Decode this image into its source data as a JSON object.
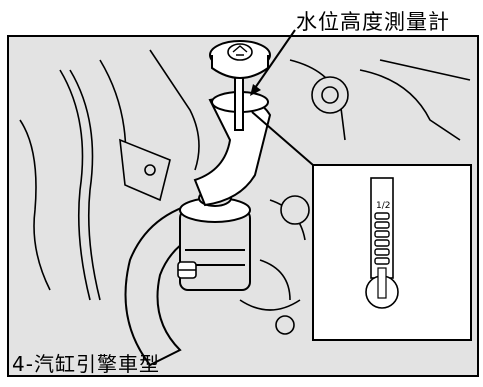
{
  "diagram": {
    "callout_label": "水位高度測量計",
    "caption": "4-汽缸引擎車型",
    "gauge_mark": "1/2"
  },
  "colors": {
    "panel_gray": "#e3e3e3",
    "line": "#000000",
    "white": "#ffffff"
  }
}
